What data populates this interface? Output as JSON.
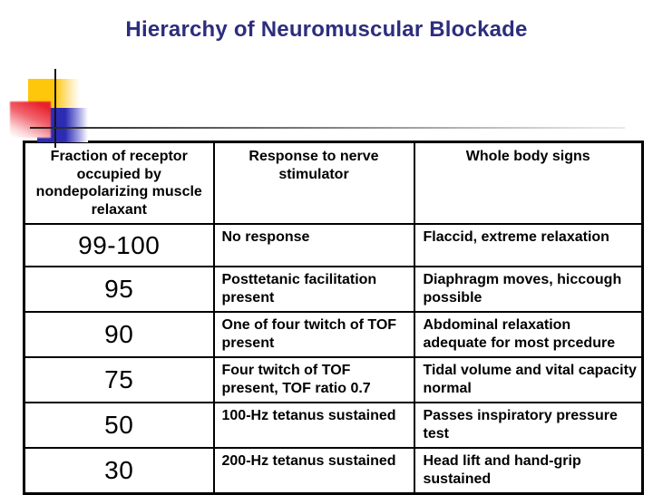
{
  "slide": {
    "title": "Hierarchy of Neuromuscular Blockade"
  },
  "theme": {
    "title_color": "#2d2d7e",
    "accent_yellow": "#fec70c",
    "accent_red": "#e8212b",
    "accent_blue": "#2b2bb4",
    "table_border": "#000000"
  },
  "table": {
    "headers": [
      "Fraction of receptor occupied by nondepolarizing muscle relaxant",
      "Response to nerve stimulator",
      "Whole body signs"
    ],
    "rows": [
      {
        "fraction": "99-100",
        "response": "No response",
        "signs": "Flaccid, extreme relaxation"
      },
      {
        "fraction": "95",
        "response": "Posttetanic facilitation present",
        "signs": "Diaphragm moves, hiccough possible"
      },
      {
        "fraction": "90",
        "response": "One of four twitch of TOF present",
        "signs": "Abdominal relaxation adequate for most prcedure"
      },
      {
        "fraction": "75",
        "response": "Four twitch of TOF present, TOF ratio 0.7",
        "signs": "Tidal volume and vital capacity normal"
      },
      {
        "fraction": "50",
        "response": "100-Hz tetanus sustained",
        "signs": "Passes inspiratory pressure test"
      },
      {
        "fraction": "30",
        "response": "200-Hz tetanus sustained",
        "signs": "Head lift and hand-grip sustained"
      }
    ]
  }
}
